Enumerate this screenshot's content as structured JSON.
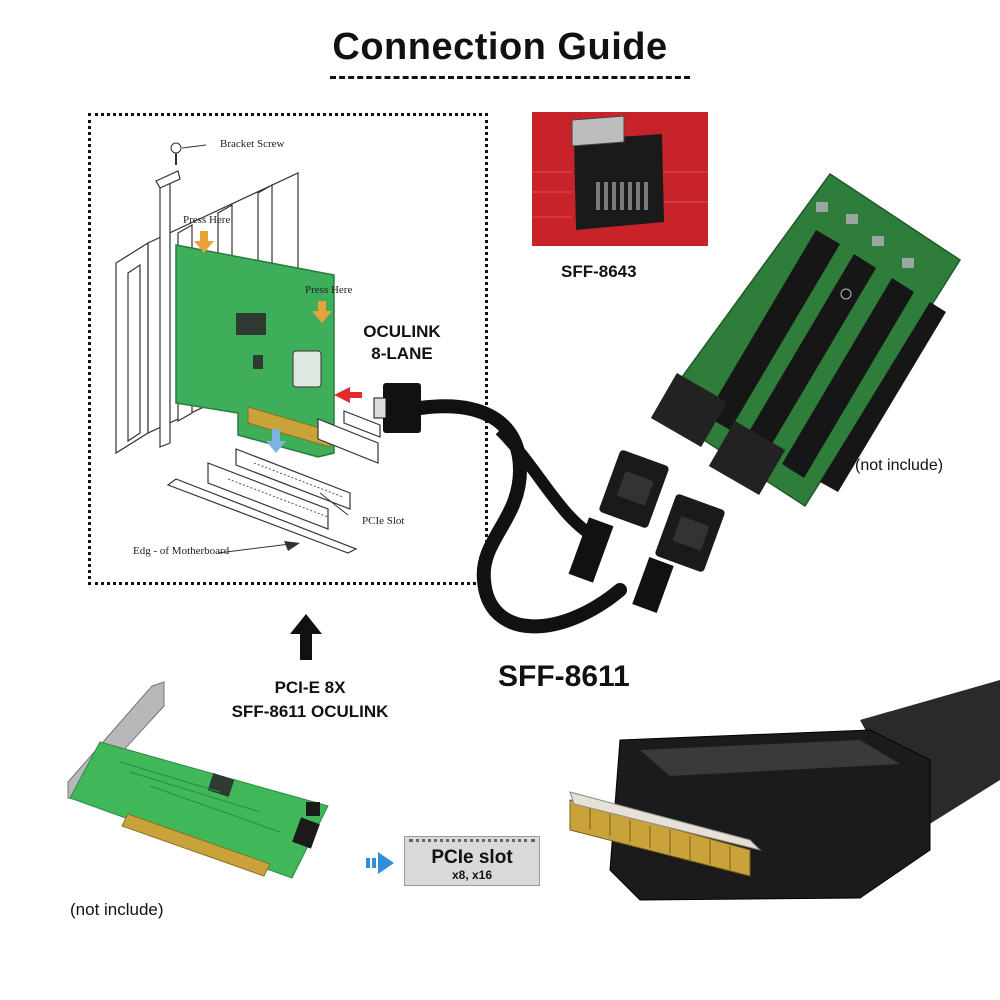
{
  "title": "Connection Guide",
  "diagram": {
    "bracket_screw": "Bracket Screw",
    "press_here_1": "Press Here",
    "press_here_2": "Press Here",
    "pcie_slot": "PCIe Slot",
    "edge_of_motherboard": "Edg - of Motherboard"
  },
  "labels": {
    "oculink_line1": "OCULINK",
    "oculink_line2": "8-LANE",
    "sff8643": "SFF-8643",
    "not_include_right": "(not include)",
    "sff8611": "SFF-8611",
    "pcie_line1": "PCI-E 8X",
    "pcie_line2": "SFF-8611 OCULINK",
    "not_include_left": "(not include)"
  },
  "slot_badge": {
    "line1": "PCIe slot",
    "line2": "x8, x16"
  },
  "colors": {
    "pcb_green": "#3fae5b",
    "board_dark_green": "#2f7d3a",
    "sff_photo_red": "#c8232a",
    "cable_black": "#111111",
    "gold": "#c9a33a",
    "arrow_blue": "#2f8fd8"
  }
}
